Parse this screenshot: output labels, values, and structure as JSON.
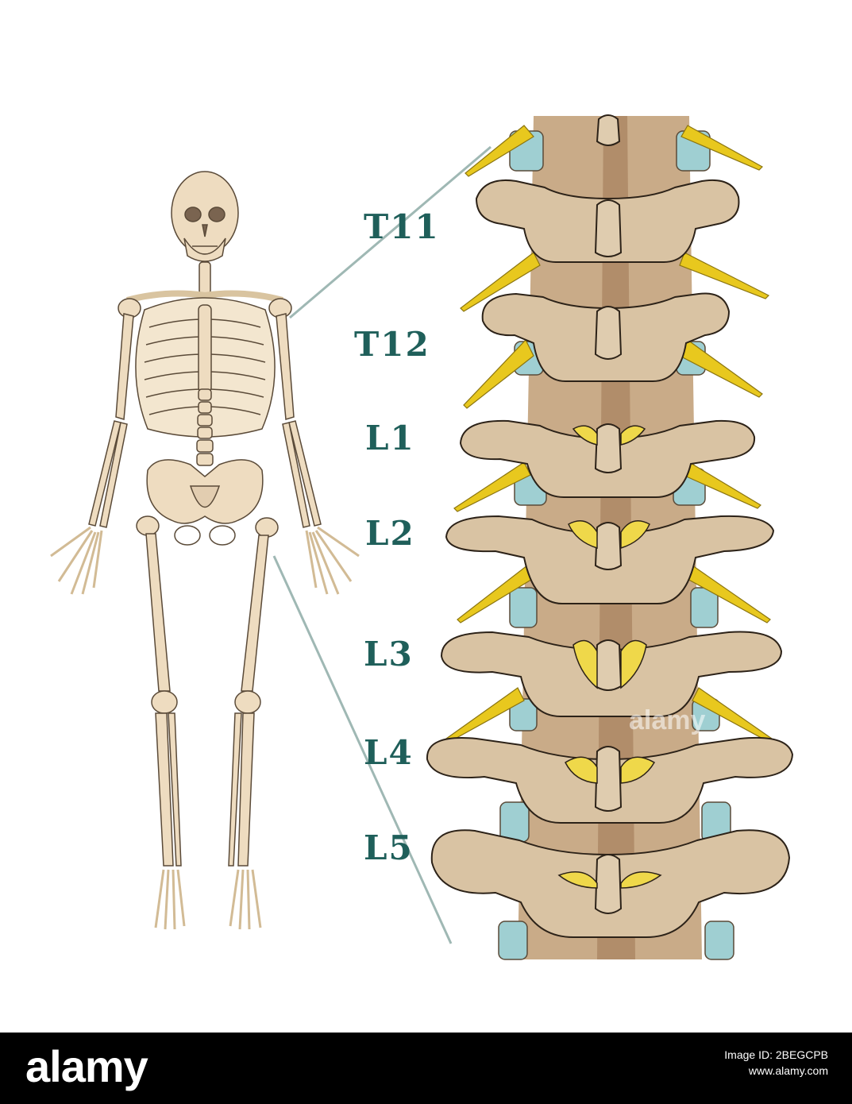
{
  "vertebra_labels": [
    "T11",
    "T12",
    "L1",
    "L2",
    "L3",
    "L4",
    "L5"
  ],
  "watermark": "alamy",
  "footer": {
    "logo": "alamy",
    "image_id_line": "Image ID: 2BEGCPB",
    "site": "www.alamy.com"
  },
  "colors": {
    "bone": "#eedcc0",
    "bone_outline": "#5a4a38",
    "vertebra": "#d9c3a3",
    "disc": "#9fcfd2",
    "nerve": "#e8c81e",
    "label": "#1f5f5a",
    "zoom_line": "#9fb8b4"
  }
}
